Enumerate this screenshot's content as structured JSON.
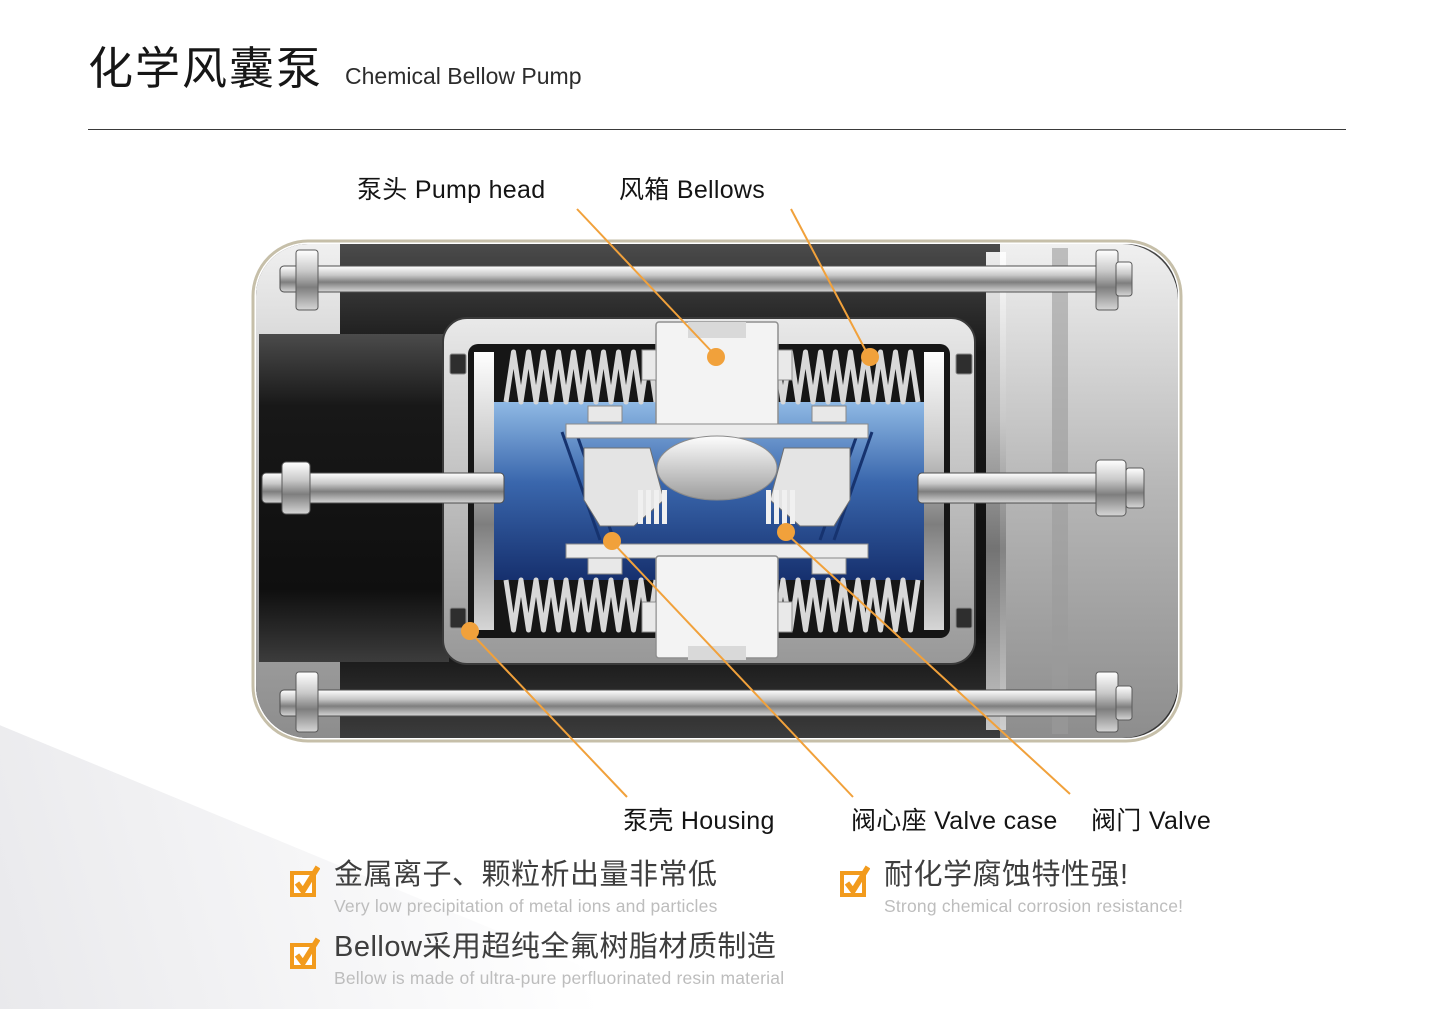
{
  "header": {
    "title_zh": "化学风囊泵",
    "title_en": "Chemical Bellow Pump"
  },
  "diagram": {
    "labels": {
      "pump_head": "泵头 Pump head",
      "bellows": "风箱 Bellows",
      "housing": "泵壳 Housing",
      "valve_case": "阀心座 Valve case",
      "valve": "阀门 Valve"
    }
  },
  "features": [
    {
      "zh": "金属离子、颗粒析出量非常低",
      "en": "Very low precipitation of metal ions and particles"
    },
    {
      "zh": "耐化学腐蚀特性强!",
      "en": "Strong chemical corrosion resistance!"
    },
    {
      "zh": "Bellow采用超纯全氟树脂材质制造",
      "en": "Bellow is made of ultra-pure perfluorinated resin material"
    }
  ],
  "colors": {
    "accent": "#F1A13B",
    "checkbox": "#F29B1D",
    "chamber_blue": "#3A67AD"
  }
}
